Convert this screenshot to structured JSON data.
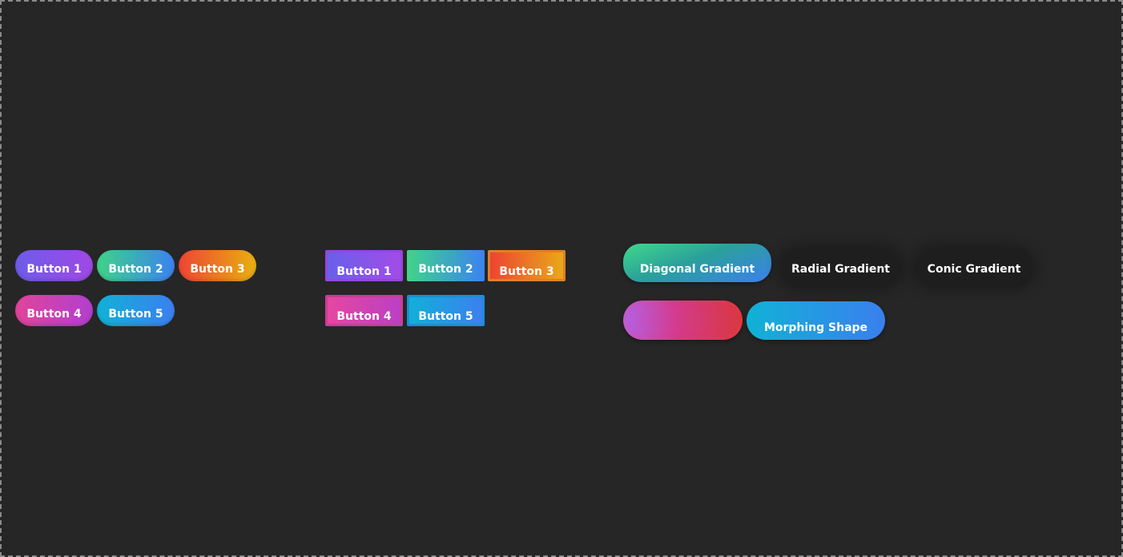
{
  "pill_group": {
    "button_1": "Button 1",
    "button_2": "Button 2",
    "button_3": "Button 3",
    "button_4": "Button 4",
    "button_5": "Button 5"
  },
  "square_group": {
    "button_1": "Button 1",
    "button_2": "Button 2",
    "button_3": "Button 3",
    "button_4": "Button 4",
    "button_5": "Button 5"
  },
  "gradient_group": {
    "diagonal": "Diagonal Gradient",
    "radial": "Radial Gradient",
    "conic": "Conic Gradient",
    "morphing": "Morphing Shape"
  },
  "colors": {
    "background": "#262626",
    "purple": "#7d52e7",
    "green_blue": "#3ed389",
    "orange": "#ee4433",
    "pink": "#e0449a",
    "cyan": "#10b2d6"
  }
}
